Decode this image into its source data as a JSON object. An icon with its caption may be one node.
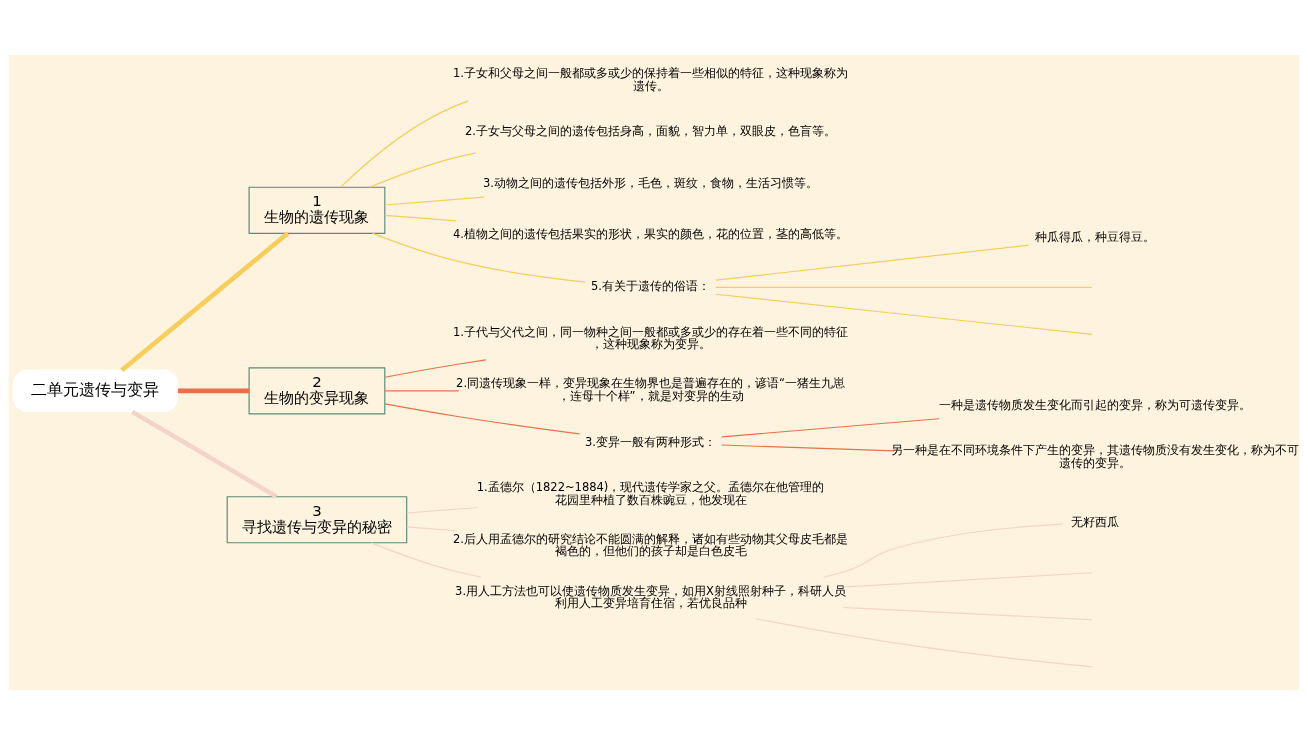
{
  "diagram": {
    "nodes": [
      {
        "text": [
          "二单元遗传与变异"
        ]
      },
      {
        "text": [
          "1",
          "生物的遗传现象"
        ]
      },
      {
        "text": [
          "1.子女和父母之间一般都或多或少的保持着一些相似的特征，这种现象称为遗传。"
        ]
      },
      {
        "text": [
          "2.子女与父母之间的遗传包括身高，面貌，智力单，双眼皮，色盲等。"
        ]
      },
      {
        "text": [
          "3.动物之间的遗传包括外形，毛色，斑纹，食物，生活习惯等。"
        ]
      },
      {
        "text": [
          "4.植物之间的遗传包括果实的形状，果实的颜色，花的位置，茎的高低等。"
        ]
      },
      {
        "text": [
          "5.有关于遗传的俗语："
        ]
      },
      {
        "text": [
          "种瓜得瓜，种豆得豆。"
        ]
      },
      {
        "text": [
          "2",
          "生物的变异现象"
        ]
      },
      {
        "text": [
          "1.子代与父代之间，同一物种之间一般都或多或少的存在着一些不同的特征，这种现象称为变异。"
        ]
      },
      {
        "text": [
          "2.同遗传现象一样，变异现象在生物界也是普遍存在的，谚语“一猪生九崽，连母十个样”，就是对变异的生动"
        ]
      },
      {
        "text": [
          "3.变异一般有两种形式："
        ]
      },
      {
        "text": [
          "一种是遗传物质发生变化而引起的变异，称为可遗传变异。"
        ]
      },
      {
        "text": [
          "另一种是在不同环境条件下产生的变异，其遗传物质没有发生变化，称为不可遗传的变异。"
        ]
      },
      {
        "text": [
          "3",
          "寻找遗传与变异的秘密"
        ]
      },
      {
        "text": [
          "1.孟德尔（1822~1884)，现代遗传学家之父。孟德尔在他管理的花园里种植了数百株豌豆，他发现在"
        ]
      },
      {
        "text": [
          "2.后人用孟德尔的研究结论不能圆满的解释，诸如有些动物其父母皮毛都是褐色的，但他们的孩子却是白色皮毛"
        ]
      },
      {
        "text": [
          "3.用人工方法也可以使遗传物质发生变异，如用X射线照射种子，科研人员利用人工变异培育住宿，若优良品种"
        ]
      },
      {
        "text": [
          "无籽西瓜"
        ]
      }
    ],
    "edges": [
      {
        "from": 0,
        "to": 1,
        "arrow": "none",
        "style": "thick",
        "color": "#f7cd5c"
      },
      {
        "from": 1,
        "to": 2,
        "arrow": "none",
        "color": "#f7cd5c"
      },
      {
        "from": 1,
        "to": 3,
        "arrow": "none",
        "color": "#f7cd5c"
      },
      {
        "from": 1,
        "to": 4,
        "arrow": "none",
        "color": "#f7cd5c"
      },
      {
        "from": 1,
        "to": 5,
        "arrow": "none",
        "color": "#f7cd5c"
      },
      {
        "from": 1,
        "to": 6,
        "arrow": "none",
        "color": "#f7cd5c"
      },
      {
        "from": 6,
        "to": 7,
        "arrow": "none",
        "color": "#f7cd5c"
      },
      {
        "from": 6,
        "to": null,
        "arrow": "none",
        "color": "#f7cd5c"
      },
      {
        "from": 6,
        "to": null,
        "arrow": "none",
        "color": "#f7cd5c"
      },
      {
        "from": 0,
        "to": 8,
        "arrow": "none",
        "style": "thick",
        "color": "#e8704a"
      },
      {
        "from": 8,
        "to": 9,
        "arrow": "none",
        "color": "#e8704a"
      },
      {
        "from": 8,
        "to": 10,
        "arrow": "none",
        "color": "#e8704a"
      },
      {
        "from": 8,
        "to": 11,
        "arrow": "none",
        "color": "#e8704a"
      },
      {
        "from": 11,
        "to": 12,
        "arrow": "none",
        "color": "#e8704a"
      },
      {
        "from": 11,
        "to": 13,
        "arrow": "none",
        "color": "#e8704a"
      },
      {
        "from": 0,
        "to": 14,
        "arrow": "none",
        "style": "thick",
        "color": "#f4d4c8"
      },
      {
        "from": 14,
        "to": 15,
        "arrow": "none",
        "color": "#f4d4c8"
      },
      {
        "from": 14,
        "to": 16,
        "arrow": "none",
        "color": "#f4d4c8"
      },
      {
        "from": 14,
        "to": 17,
        "arrow": "none",
        "color": "#f4d4c8"
      },
      {
        "from": 17,
        "to": 18,
        "arrow": "none",
        "color": "#f4d4c8"
      },
      {
        "from": 17,
        "to": null,
        "arrow": "none",
        "color": "#f4d4c8"
      },
      {
        "from": 17,
        "to": null,
        "arrow": "none",
        "color": "#f4d4c8"
      },
      {
        "from": 17,
        "to": null,
        "arrow": "none",
        "color": "#f4d4c8"
      }
    ]
  }
}
